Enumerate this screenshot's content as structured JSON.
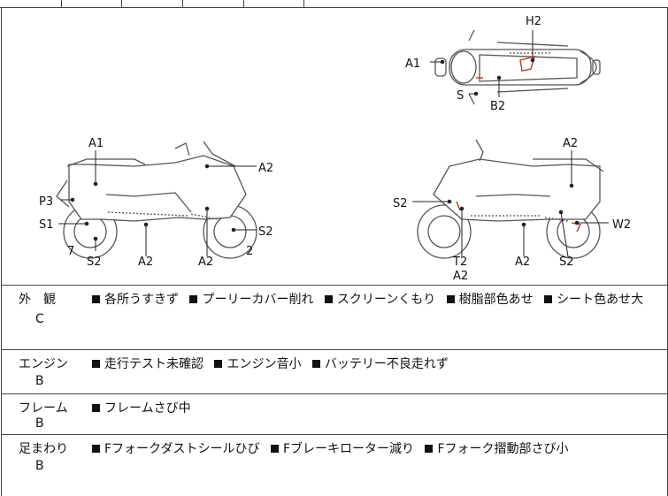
{
  "diagram": {
    "top_view": {
      "labels": [
        "A1",
        "H2",
        "S",
        "B2"
      ]
    },
    "left_view": {
      "labels": [
        "A1",
        "A2",
        "P3",
        "S1",
        "7",
        "S2",
        "A2",
        "A2",
        "S2",
        "2"
      ]
    },
    "right_view": {
      "labels": [
        "A2",
        "S2",
        "W2",
        "T2",
        "A2",
        "A2",
        "S2"
      ]
    },
    "colors": {
      "damage_mark": "#c0392b",
      "line": "#555555"
    }
  },
  "rows": [
    {
      "category": "外　観",
      "grade": "C",
      "notes": [
        "各所うすきず",
        "プーリーカバー削れ",
        "スクリーンくもり",
        "樹脂部色あせ",
        "シート色あせ大"
      ]
    },
    {
      "category": "エンジン",
      "grade": "B",
      "notes": [
        "走行テスト未確認",
        "エンジン音小",
        "バッテリー不良走れず"
      ]
    },
    {
      "category": "フレーム",
      "grade": "B",
      "notes": [
        "フレームさび中"
      ]
    },
    {
      "category": "足まわり",
      "grade": "B",
      "notes": [
        "Fフォークダストシールひび",
        "Fブレーキローター減り",
        "Fフォーク摺動部さび小"
      ]
    }
  ]
}
